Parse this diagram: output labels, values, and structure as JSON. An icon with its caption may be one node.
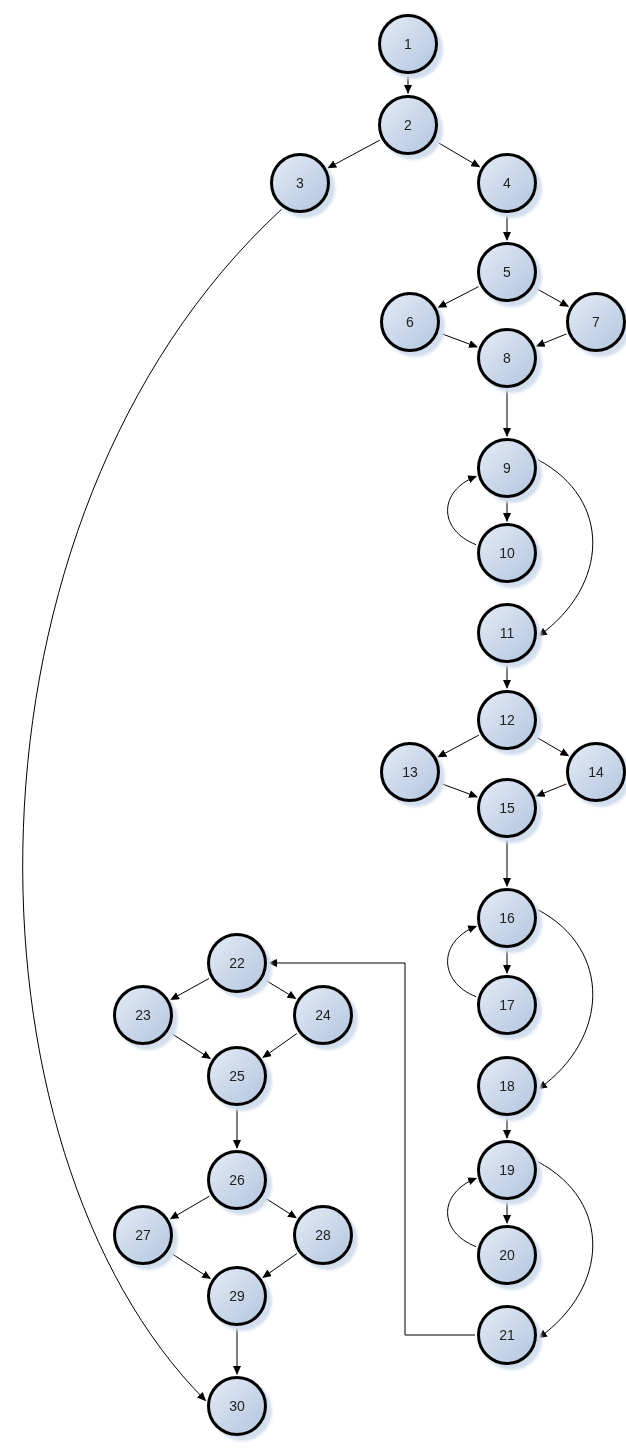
{
  "diagram": {
    "nodes": [
      {
        "text": [
          "1"
        ]
      },
      {
        "text": [
          "2"
        ]
      },
      {
        "text": [
          "3"
        ]
      },
      {
        "text": [
          "4"
        ]
      },
      {
        "text": [
          "5"
        ]
      },
      {
        "text": [
          "6"
        ]
      },
      {
        "text": [
          "7"
        ]
      },
      {
        "text": [
          "8"
        ]
      },
      {
        "text": [
          "9"
        ]
      },
      {
        "text": [
          "10"
        ]
      },
      {
        "text": [
          "11"
        ]
      },
      {
        "text": [
          "12"
        ]
      },
      {
        "text": [
          "13"
        ]
      },
      {
        "text": [
          "14"
        ]
      },
      {
        "text": [
          "15"
        ]
      },
      {
        "text": [
          "16"
        ]
      },
      {
        "text": [
          "17"
        ]
      },
      {
        "text": [
          "18"
        ]
      },
      {
        "text": [
          "19"
        ]
      },
      {
        "text": [
          "20"
        ]
      },
      {
        "text": [
          "21"
        ]
      },
      {
        "text": [
          "22"
        ]
      },
      {
        "text": [
          "23"
        ]
      },
      {
        "text": [
          "24"
        ]
      },
      {
        "text": [
          "25"
        ]
      },
      {
        "text": [
          "26"
        ]
      },
      {
        "text": [
          "27"
        ]
      },
      {
        "text": [
          "28"
        ]
      },
      {
        "text": [
          "29"
        ]
      },
      {
        "text": [
          "30"
        ]
      }
    ],
    "edges": [
      {
        "from": 0,
        "to": 1,
        "arrow": "to"
      },
      {
        "from": 1,
        "to": 2,
        "arrow": "to"
      },
      {
        "from": 1,
        "to": 3,
        "arrow": "to"
      },
      {
        "from": 3,
        "to": 4,
        "arrow": "to"
      },
      {
        "from": 4,
        "to": 5,
        "arrow": "to"
      },
      {
        "from": 4,
        "to": 6,
        "arrow": "to"
      },
      {
        "from": 5,
        "to": 7,
        "arrow": "to"
      },
      {
        "from": 6,
        "to": 7,
        "arrow": "to"
      },
      {
        "from": 7,
        "to": 8,
        "arrow": "to"
      },
      {
        "from": 8,
        "to": 9,
        "arrow": "to"
      },
      {
        "from": 9,
        "to": 8,
        "arrow": "to"
      },
      {
        "from": 8,
        "to": 10,
        "arrow": "to"
      },
      {
        "from": 10,
        "to": 11,
        "arrow": "to"
      },
      {
        "from": 11,
        "to": 12,
        "arrow": "to"
      },
      {
        "from": 11,
        "to": 13,
        "arrow": "to"
      },
      {
        "from": 12,
        "to": 14,
        "arrow": "to"
      },
      {
        "from": 13,
        "to": 14,
        "arrow": "to"
      },
      {
        "from": 14,
        "to": 15,
        "arrow": "to"
      },
      {
        "from": 15,
        "to": 16,
        "arrow": "to"
      },
      {
        "from": 16,
        "to": 15,
        "arrow": "to"
      },
      {
        "from": 15,
        "to": 17,
        "arrow": "to"
      },
      {
        "from": 17,
        "to": 18,
        "arrow": "to"
      },
      {
        "from": 18,
        "to": 19,
        "arrow": "to"
      },
      {
        "from": 19,
        "to": 18,
        "arrow": "to"
      },
      {
        "from": 18,
        "to": 20,
        "arrow": "to"
      },
      {
        "from": 20,
        "to": 21,
        "arrow": "to"
      },
      {
        "from": 21,
        "to": 22,
        "arrow": "to"
      },
      {
        "from": 21,
        "to": 23,
        "arrow": "to"
      },
      {
        "from": 22,
        "to": 24,
        "arrow": "to"
      },
      {
        "from": 23,
        "to": 24,
        "arrow": "to"
      },
      {
        "from": 24,
        "to": 25,
        "arrow": "to"
      },
      {
        "from": 25,
        "to": 26,
        "arrow": "to"
      },
      {
        "from": 25,
        "to": 27,
        "arrow": "to"
      },
      {
        "from": 26,
        "to": 28,
        "arrow": "to"
      },
      {
        "from": 27,
        "to": 28,
        "arrow": "to"
      },
      {
        "from": 28,
        "to": 29,
        "arrow": "to"
      },
      {
        "from": 2,
        "to": 29,
        "arrow": "to"
      }
    ]
  }
}
